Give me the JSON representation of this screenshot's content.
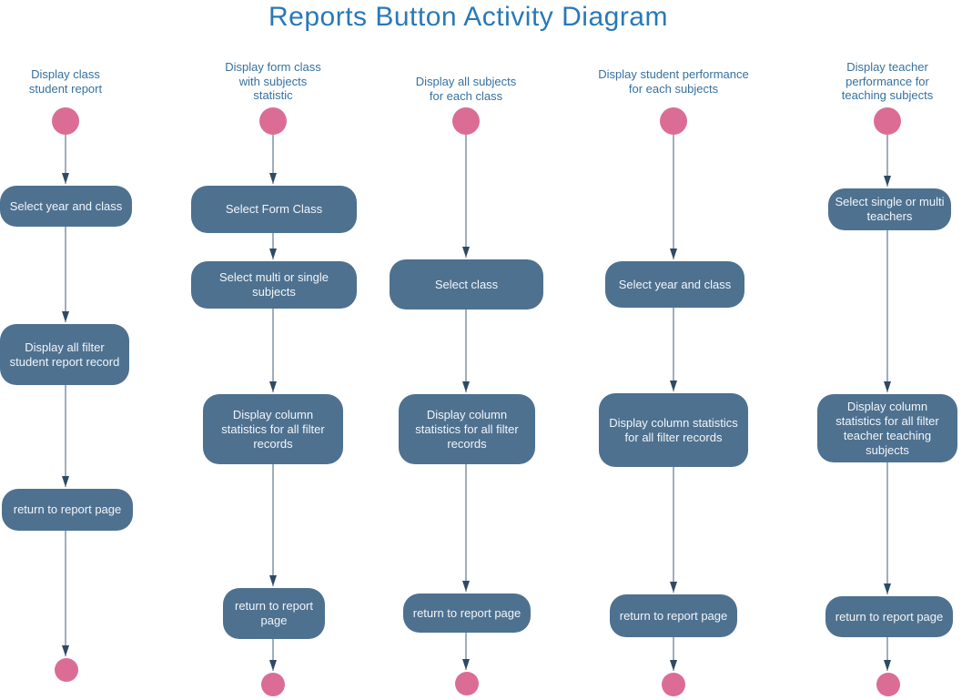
{
  "title": "Reports Button Activity Diagram",
  "colors": {
    "title_text": "#2879b8",
    "lane_header_text": "#36719f",
    "node_fill": "#4e7190",
    "node_text": "#f2f5f8",
    "start_end_node": "#db6d95",
    "arrow": "#3f5d7b"
  },
  "lanes": [
    {
      "header": "Display class\nstudent report",
      "nodes": [
        "Select year and class",
        "Display all filter\nstudent report record",
        "return to report page"
      ]
    },
    {
      "header": "Display form class\nwith subjects\nstatistic",
      "nodes": [
        "Select Form Class",
        "Select multi or single\nsubjects",
        "Display column\nstatistics for all filter\nrecords",
        "return to report\npage"
      ]
    },
    {
      "header": "Display all subjects\nfor each class",
      "nodes": [
        "Select class",
        "Display column\nstatistics for all filter\nrecords",
        "return to report page"
      ]
    },
    {
      "header": "Display student performance\nfor each subjects",
      "nodes": [
        "Select year and class",
        "Display column statistics\nfor all filter records",
        "return to report page"
      ]
    },
    {
      "header": "Display teacher\nperformance for\nteaching subjects",
      "nodes": [
        "Select single or multi\nteachers",
        "Display column\nstatistics for all filter\nteacher teaching\nsubjects",
        "return to report page"
      ]
    }
  ]
}
